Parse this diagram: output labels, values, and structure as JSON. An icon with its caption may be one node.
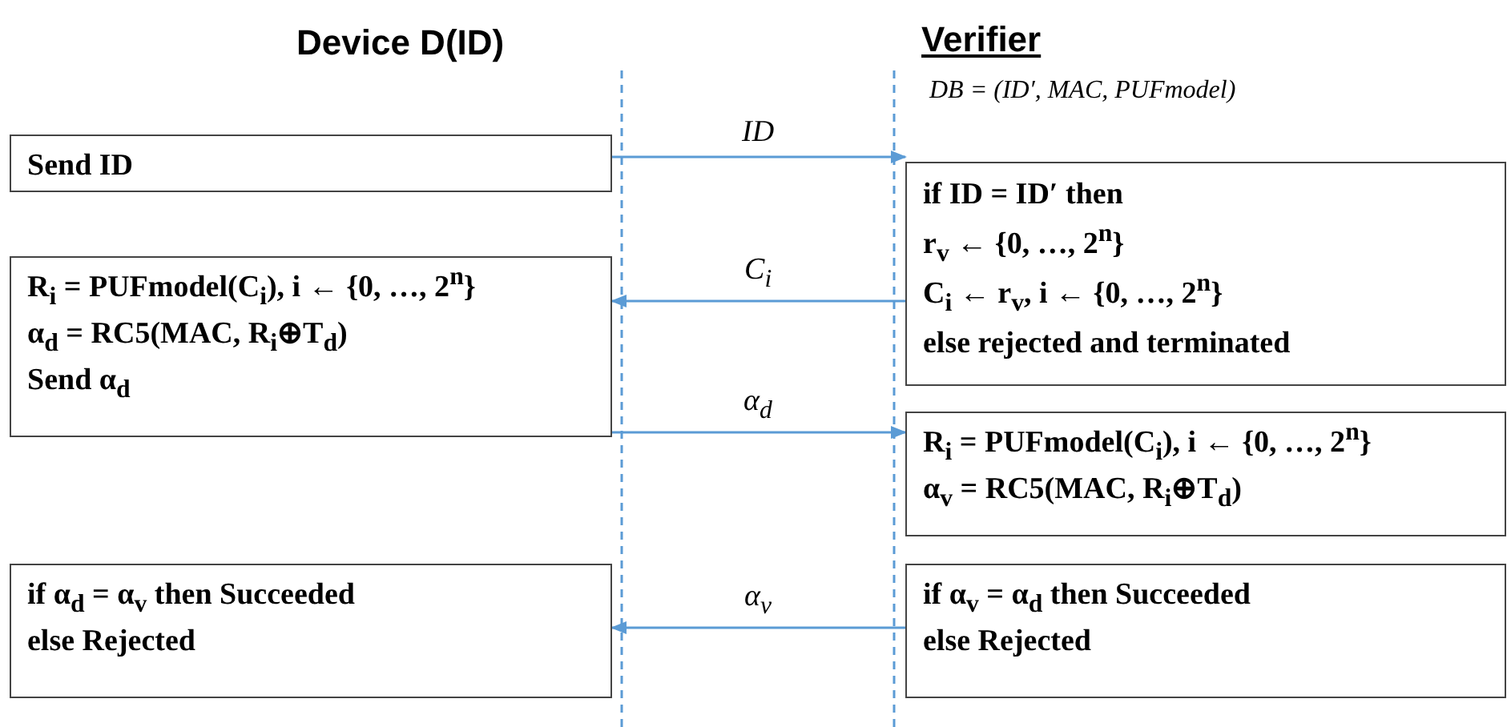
{
  "diagram": {
    "nodes": [
      {
        "text": [
          "Send ID"
        ]
      },
      {
        "text": [
          "if ID = ID′ then",
          "r$_{v}$ ← {0, …, 2$^{n}$}",
          "C$_{i}$ ← r$_{v}$, i ← {0, …, 2$^{n}$}",
          "else rejected and terminated"
        ]
      },
      {
        "text": [
          "R$_{i}$ = PUFmodel(C$_{i}$), i ← {0, …, 2$^{n}$}",
          "α$_{d}$ = RC5(MAC, R$_{i}$⊕T$_{d}$)",
          "Send α$_{d}$"
        ]
      },
      {
        "text": [
          "R$_{i}$ = PUFmodel(C$_{i}$), i ← {0, …, 2$^{n}$}",
          "α$_{v}$ = RC5(MAC, R$_{i}$⊕T$_{d}$)"
        ]
      },
      {
        "text": [
          "if α$_{d}$ = α$_{v}$ then Succeeded",
          "else Rejected"
        ]
      },
      {
        "text": [
          "if α$_{v}$ = α$_{d}$ then Succeeded",
          "else Rejected"
        ]
      }
    ],
    "edges": [
      {
        "from": 0,
        "to": 1,
        "arrow": "to",
        "label": "ID"
      },
      {
        "from": 1,
        "to": 2,
        "arrow": "to",
        "label": "C$_{i}$"
      },
      {
        "from": 2,
        "to": 3,
        "arrow": "to",
        "label": "α$_{d}$"
      },
      {
        "from": 5,
        "to": 4,
        "arrow": "to",
        "label": "α$_{v}$"
      }
    ],
    "labels": [
      "Device D(ID)",
      "Verifier",
      "DB = (ID′, MAC, PUFmodel)"
    ]
  }
}
